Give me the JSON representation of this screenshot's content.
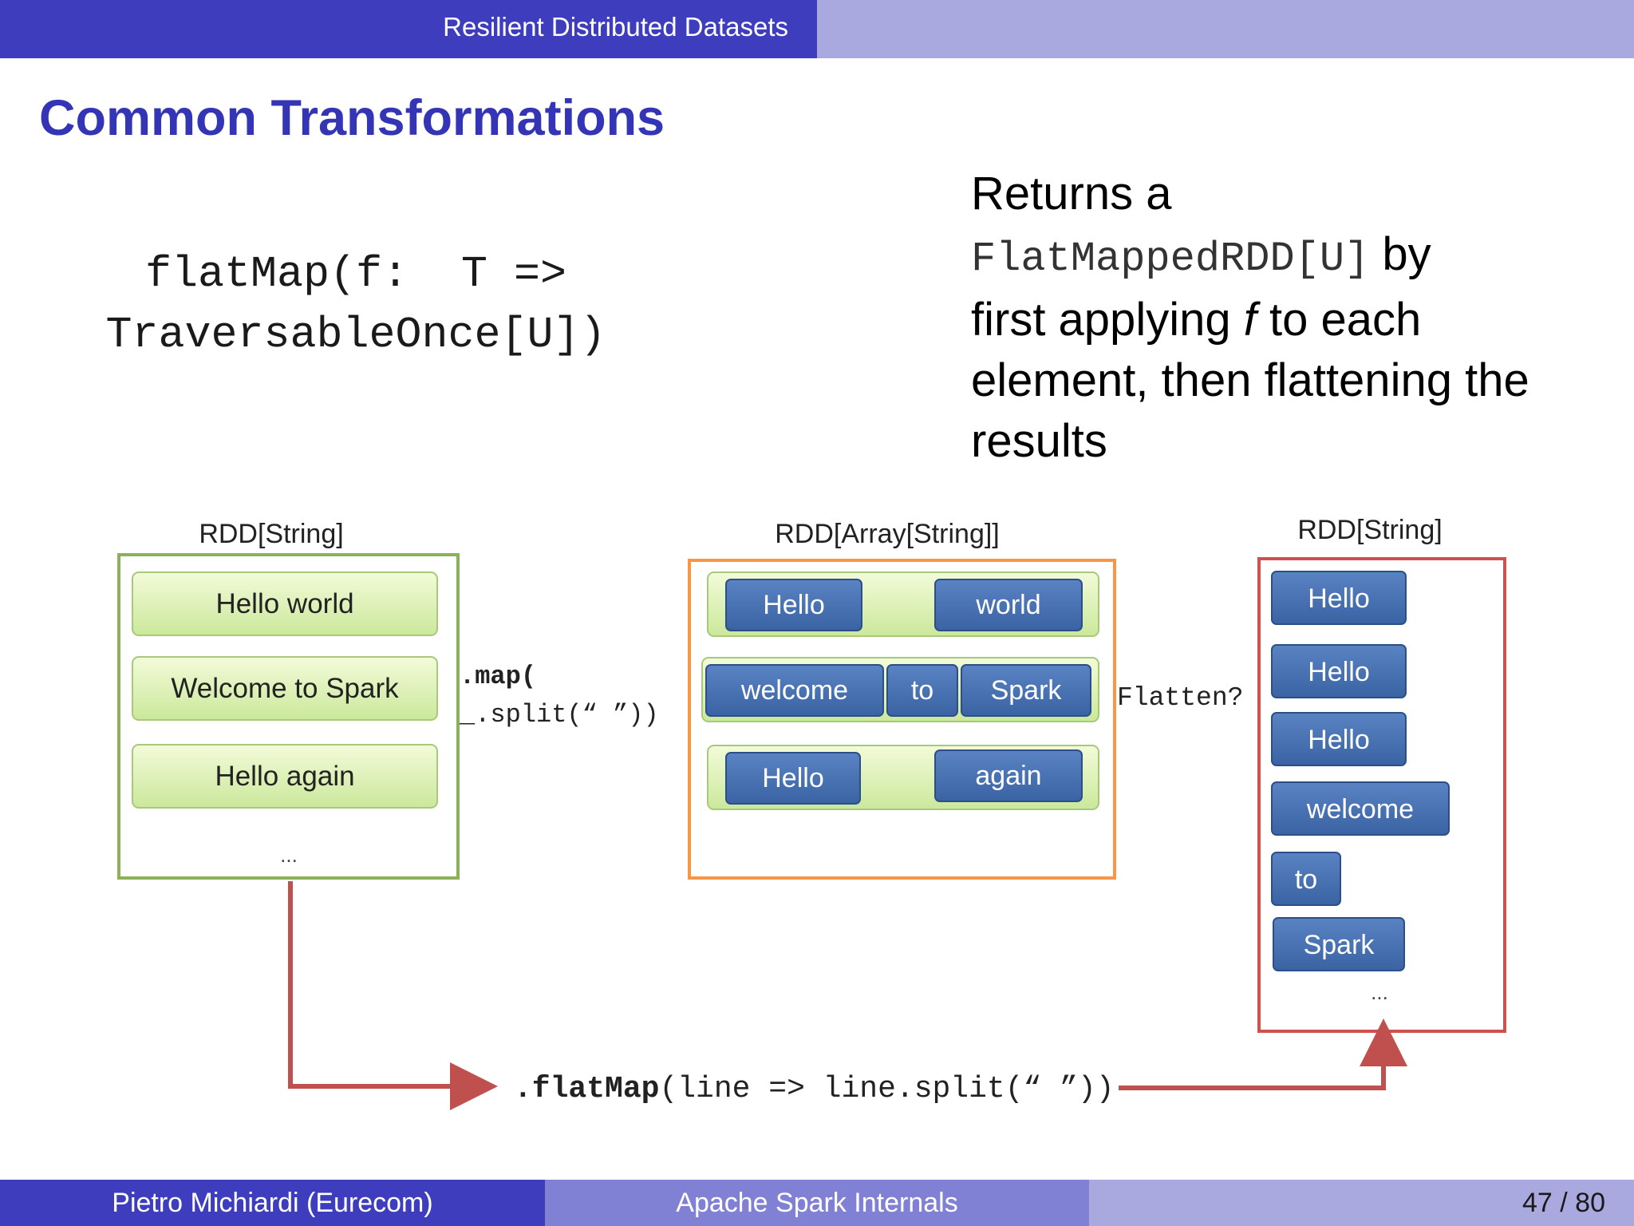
{
  "header": {
    "section": "Resilient Distributed Datasets"
  },
  "frame": {
    "title": "Common Transformations"
  },
  "signature": {
    "line1": "flatMap(f:  T =>",
    "line2": "TraversableOnce[U])"
  },
  "description": {
    "l1": "Returns a",
    "l2_mono": "FlatMappedRDD[U]",
    "l2_text": " by",
    "l3_a": "first applying ",
    "l3_f": "f",
    "l3_b": " to each",
    "l4": "element, then flattening the",
    "l5": "results"
  },
  "diagram": {
    "left_label": "RDD[String]",
    "left_items": [
      "Hello world",
      "Welcome to Spark",
      "Hello again"
    ],
    "left_ellipsis": "...",
    "map_line1": ".map(",
    "map_line2": "_.split(“ ”))",
    "middle_label": "RDD[Array[String]]",
    "middle_rows": [
      [
        "Hello",
        "world"
      ],
      [
        "welcome",
        "to",
        "Spark"
      ],
      [
        "Hello",
        "again"
      ]
    ],
    "flatten_label": "Flatten?",
    "right_label": "RDD[String]",
    "right_items": [
      "Hello",
      "Hello",
      "Hello",
      "welcome",
      "to",
      "Spark"
    ],
    "right_ellipsis": "...",
    "flatmap_bold": ".flatMap",
    "flatmap_rest": "(line => line.split(“ ”))",
    "colors": {
      "green_border": "#8db05a",
      "orange_border": "#f79646",
      "red_border": "#d05050",
      "word_blue": "#3f67a8",
      "arrow_red": "#c0504d"
    }
  },
  "footer": {
    "author": "Pietro Michiardi  (Eurecom)",
    "title": "Apache Spark Internals",
    "page": "47 / 80"
  }
}
